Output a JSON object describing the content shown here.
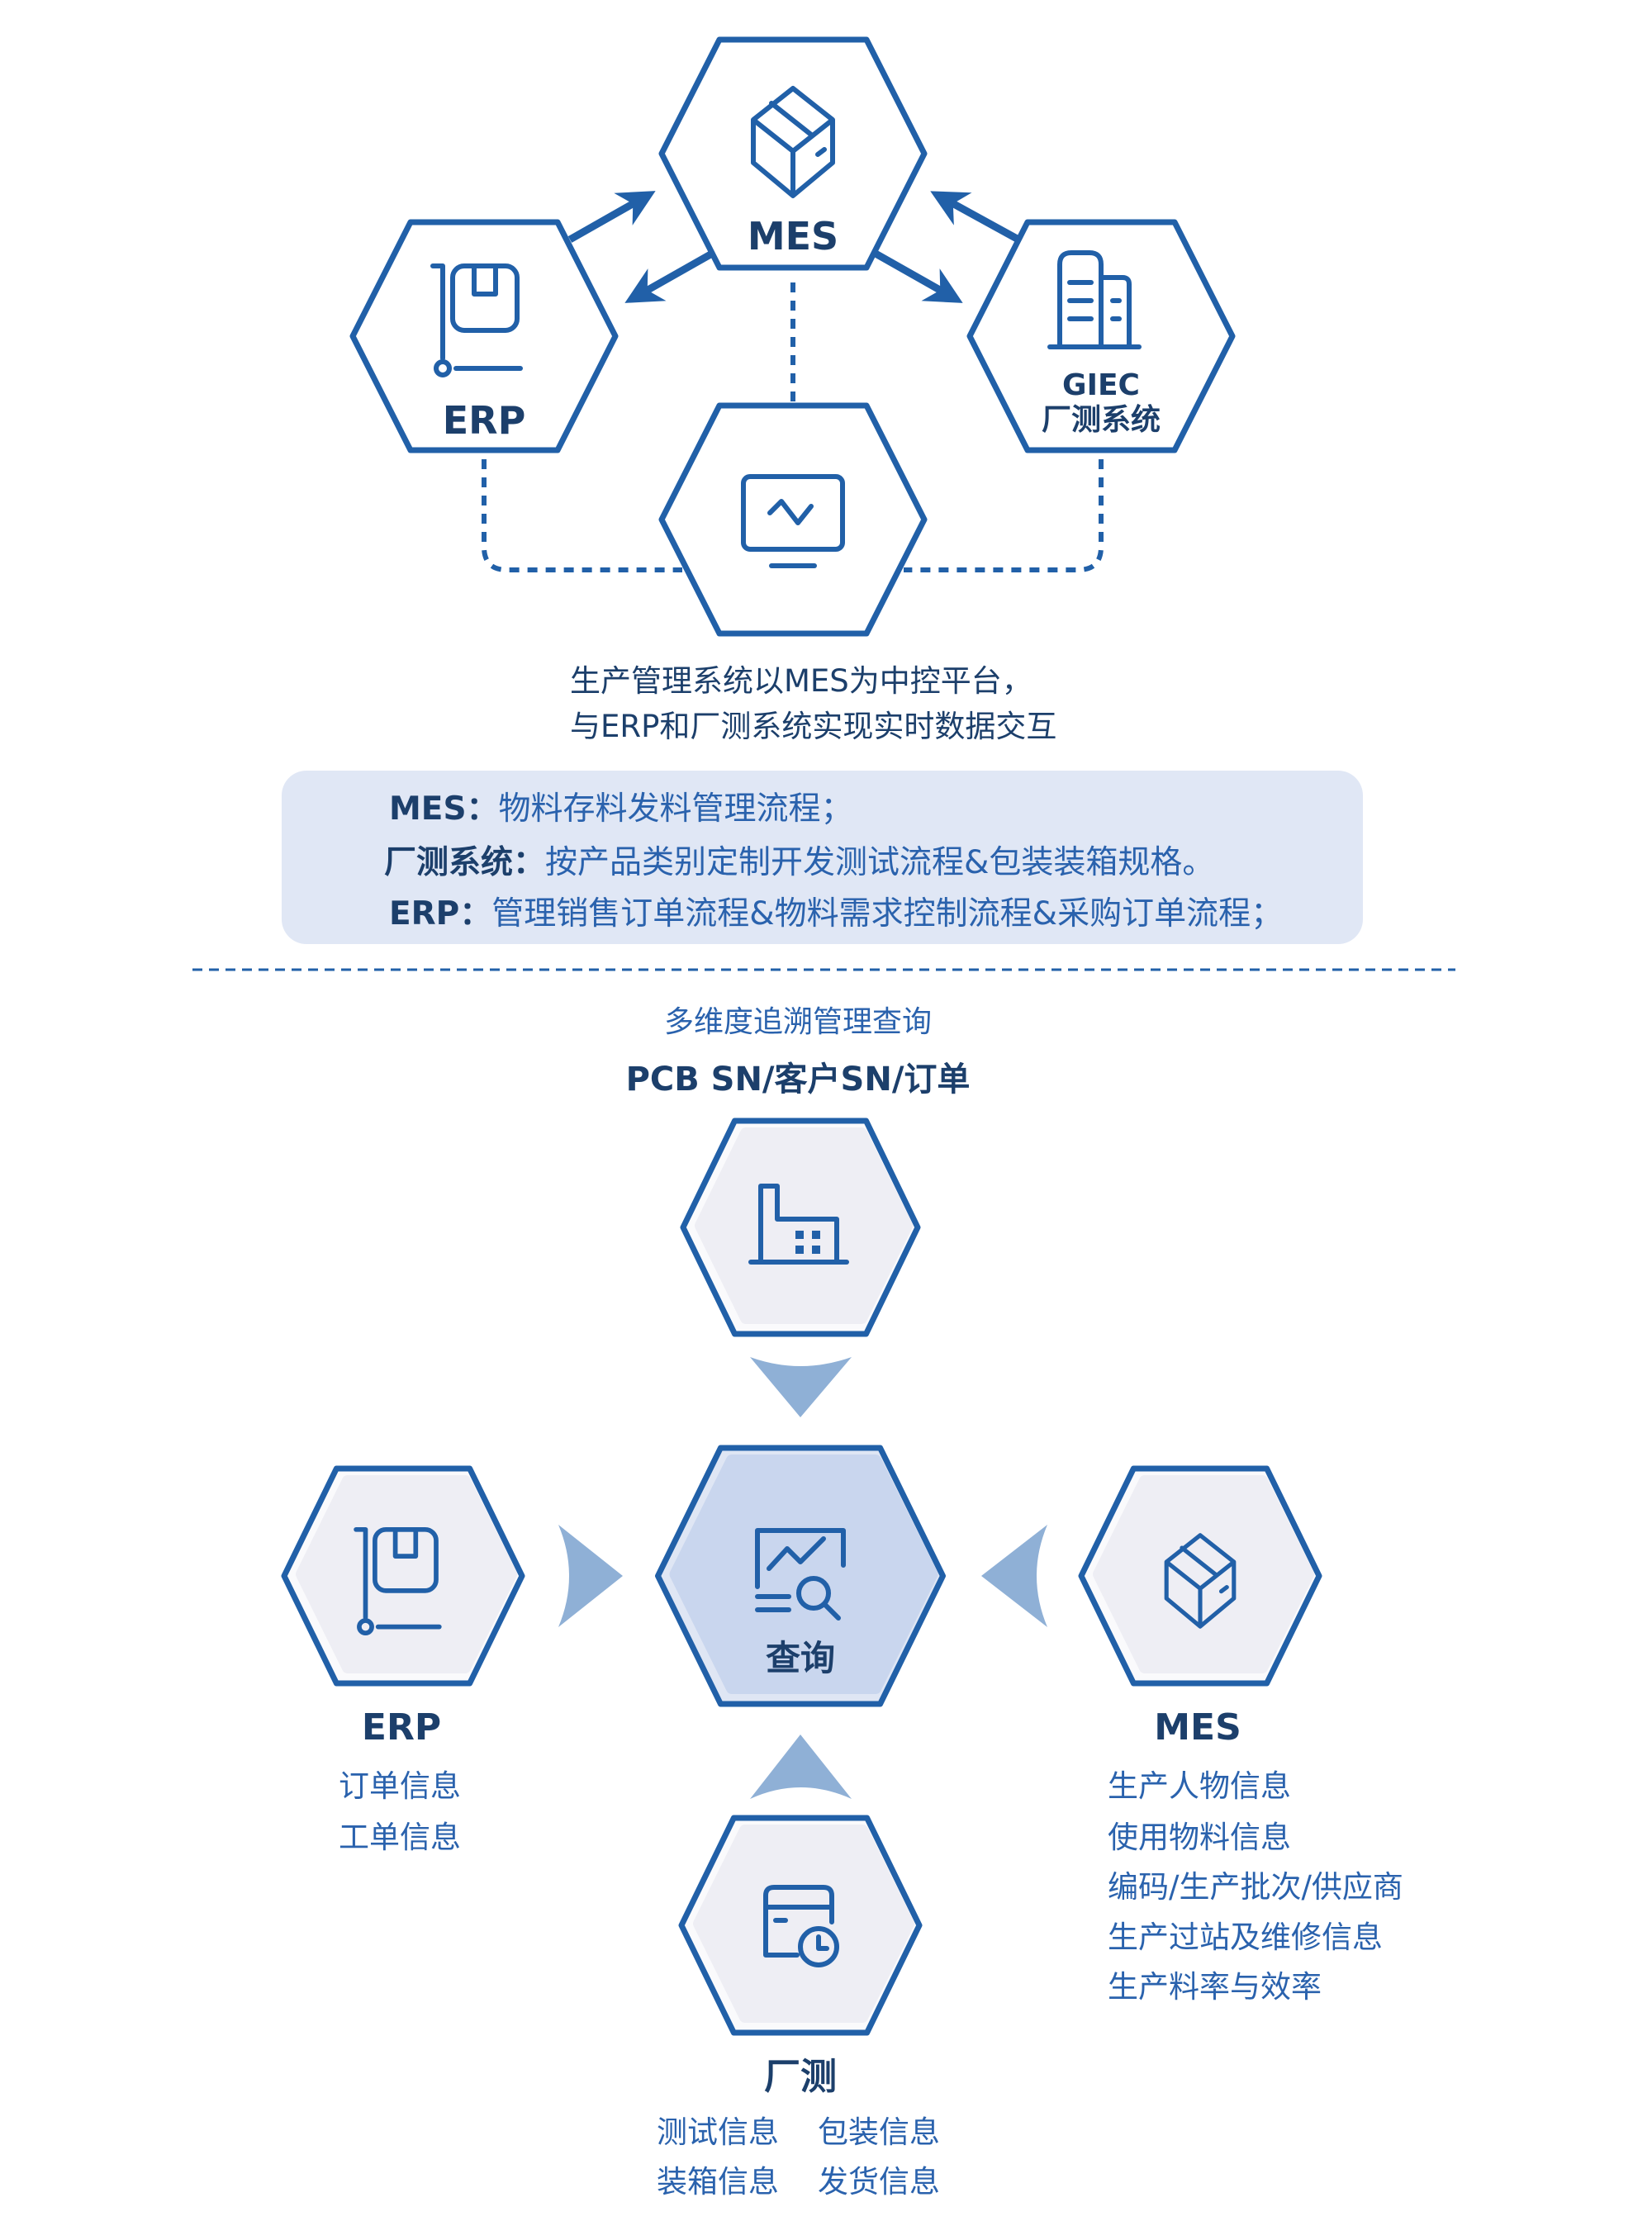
{
  "top_diagram": {
    "nodes": {
      "mes": {
        "label": "MES",
        "icon": "box-icon"
      },
      "erp": {
        "label": "ERP",
        "icon": "cart-icon"
      },
      "giec": {
        "label_line1": "GIEC",
        "label_line2": "厂测系统",
        "icon": "buildings-icon"
      },
      "monitor": {
        "icon": "monitor-icon"
      }
    },
    "caption_line1": "生产管理系统以MES为中控平台，",
    "caption_line2": "与ERP和厂测系统实现实时数据交互"
  },
  "info_box": {
    "rows": [
      {
        "key": "MES：",
        "value": "物料存料发料管理流程；"
      },
      {
        "key": "厂测系统：",
        "value": "按产品类别定制开发测试流程&包装装箱规格。"
      },
      {
        "key": "ERP：",
        "value": "管理销售订单流程&物料需求控制流程&采购订单流程；"
      }
    ]
  },
  "bottom_diagram": {
    "subtitle": "多维度追溯管理查询",
    "title": "PCB SN/客户SN/订单",
    "center_label": "查询",
    "erp": {
      "label": "ERP",
      "items": [
        "订单信息",
        "工单信息"
      ]
    },
    "mes": {
      "label": "MES",
      "items": [
        "生产人物信息",
        "使用物料信息",
        "编码/生产批次/供应商",
        "生产过站及维修信息",
        "生产料率与效率"
      ]
    },
    "factory_test": {
      "label": "厂测",
      "items": [
        "测试信息",
        "包装信息",
        "装箱信息",
        "发货信息"
      ]
    }
  },
  "colors": {
    "stroke": "#2160a8",
    "navy": "#1c3f6b",
    "text_blue": "#2a62ad",
    "box_fill": "#e0e7f5",
    "arrow_light": "#8fb0d6",
    "center_fill": "#c9d6ee",
    "hex_fill": "#eeeef4"
  }
}
